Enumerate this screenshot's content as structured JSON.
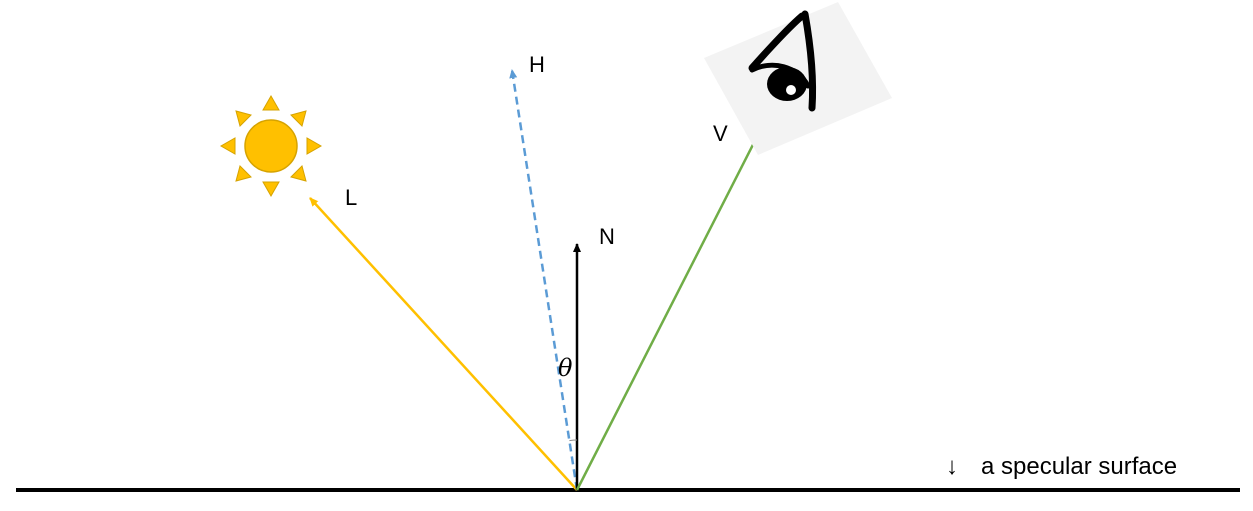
{
  "colors": {
    "light": "#FFC000",
    "halfway": "#5B9BD5",
    "view": "#70AD47",
    "normal": "#000000",
    "surface": "#000000",
    "sun_fill": "#FFC000",
    "sun_stroke": "#D6A300"
  },
  "icons": {
    "light_source": "sun-icon",
    "viewer": "eye-icon"
  },
  "labels": {
    "light": "L",
    "halfway": "H",
    "view": "V",
    "normal": "N",
    "angle": "θ",
    "surface_arrow": "↓",
    "surface": "a specular surface"
  }
}
